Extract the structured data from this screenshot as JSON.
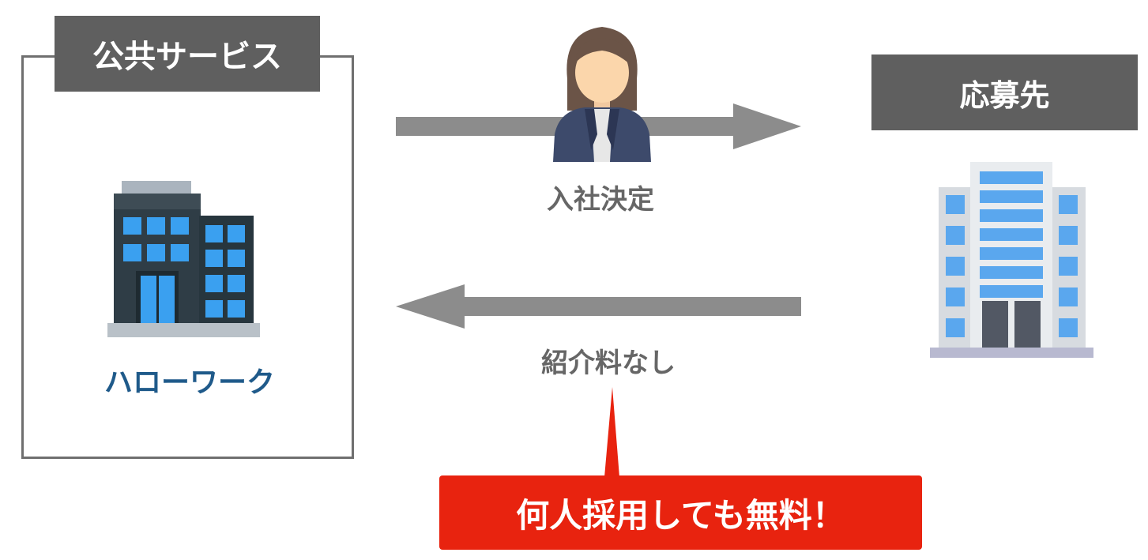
{
  "public_service": {
    "header": "公共サービス",
    "name": "ハローワーク"
  },
  "destination": {
    "header": "応募先"
  },
  "flows": {
    "hire_decision": "入社決定",
    "no_fee": "紹介料なし"
  },
  "callout": {
    "text": "何人採用しても無料！"
  },
  "colors": {
    "arrow": "#8c8c8c",
    "label_bg": "#5f5f5f",
    "accent_red": "#e8230f",
    "name_blue": "#1f5a8a"
  },
  "icons": [
    "office-building-icon",
    "businesswoman-icon",
    "apartment-building-icon"
  ]
}
